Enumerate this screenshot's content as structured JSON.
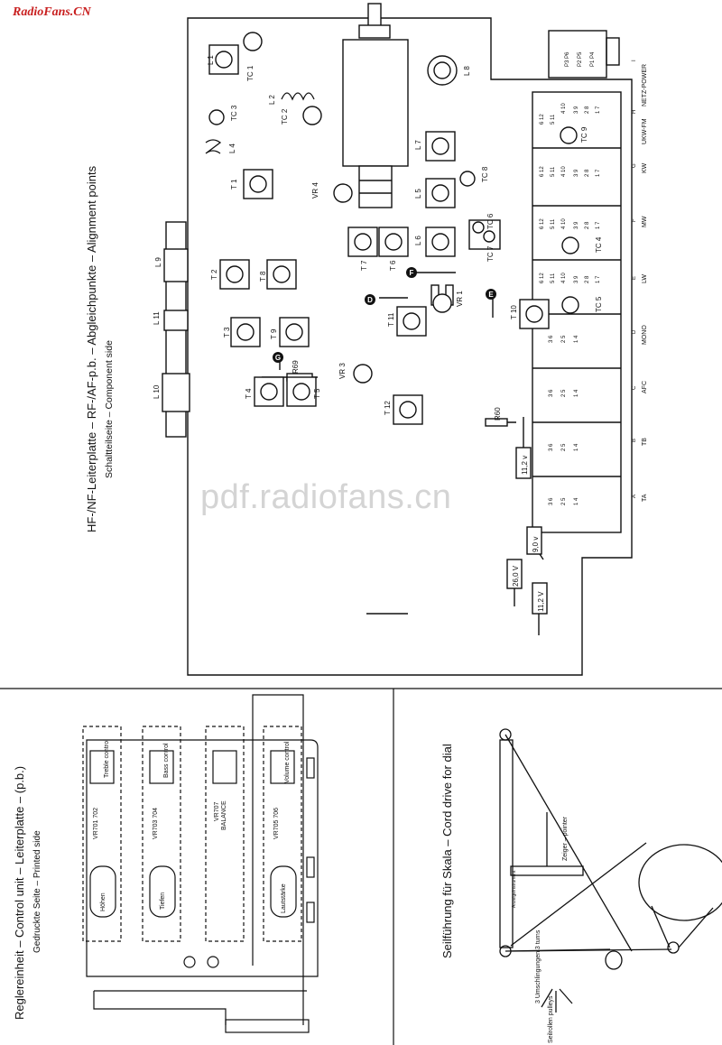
{
  "brand": "RadioFans.CN",
  "watermark": "pdf.radiofans.cn",
  "main_pcb": {
    "title": "HF-/NF-Leiterplatte – RF-/AF-p.b. – Abgleichpunkte – Alignment points",
    "subtitle": "Schaltteilseite – Component side",
    "components": {
      "L1": "L 1",
      "TC1": "TC 1",
      "L2": "L 2",
      "TC2": "TC 2",
      "TC3": "TC 3",
      "L4": "L 4",
      "T1": "T 1",
      "VR4": "VR 4",
      "L8": "L 8",
      "L7": "L 7",
      "TC8": "TC 8",
      "L5": "L 5",
      "TC6": "TC 6",
      "TC7": "TC 7",
      "L6": "L 6",
      "T7": "T 7",
      "T6": "T 6",
      "T2": "T 2",
      "T8": "T 8",
      "T3": "T 3",
      "T9": "T 9",
      "T4": "T 4",
      "T5": "T 5",
      "R69": "R69",
      "T11": "T 11",
      "VR1": "VR 1",
      "VR3": "VR 3",
      "T12": "T 12",
      "T10": "T 10",
      "R60": "R60",
      "TC4": "TC 4",
      "TC5": "TC 5",
      "TC9": "TC 9",
      "L9": "L 9",
      "L10": "L 10",
      "L11": "L 11"
    },
    "points": {
      "D": "D",
      "E": "E",
      "F": "F",
      "G": "G"
    },
    "voltages": {
      "v1": "11,2 v",
      "v2": "9,0 v",
      "v3": "26,0 V",
      "v4": "11,2 V"
    },
    "switches": {
      "netz": "NETZ-POWER",
      "netz_key": "I",
      "ukw": "UKW-FM",
      "ukw_key": "H",
      "kw": "KW",
      "kw_key": "G",
      "mw": "MW",
      "mw_key": "F",
      "lw": "LW",
      "lw_key": "E",
      "mono": "MONO",
      "mono_key": "D",
      "afc": "AFC",
      "afc_key": "C",
      "tb": "TB",
      "tb_key": "B",
      "ta": "TA",
      "ta_key": "A"
    },
    "contacts": {
      "six": [
        "6 12",
        "5 11",
        "4 10",
        "3 9",
        "2 8",
        "1 7"
      ],
      "three": [
        "3 6",
        "2 5",
        "1 4"
      ],
      "power": [
        "P3 P6",
        "P2 P5",
        "P1 P4"
      ]
    }
  },
  "control_unit": {
    "title": "Reglereinheit – Control unit – Leiterplatte – (p.b.)",
    "subtitle": "Gedruckte Seite – Printed side",
    "controls": [
      "Höhen",
      "Tiefen",
      "BALANCE",
      "Lautstärke"
    ],
    "controls_en": [
      "Treble control",
      "Bass control",
      "",
      "Volume control"
    ],
    "pots": [
      "VR701 702",
      "VR703 704",
      "VR707",
      "VR705 706"
    ]
  },
  "cord_drive": {
    "title": "Seilführung für Skala – Cord drive for dial",
    "pointer": "Zeiger – pointer",
    "turns": "3 Umschlingungen\n3 turns",
    "pulleys": "Seilrollen\npulleys",
    "block": "Anzeigeinstrument"
  }
}
